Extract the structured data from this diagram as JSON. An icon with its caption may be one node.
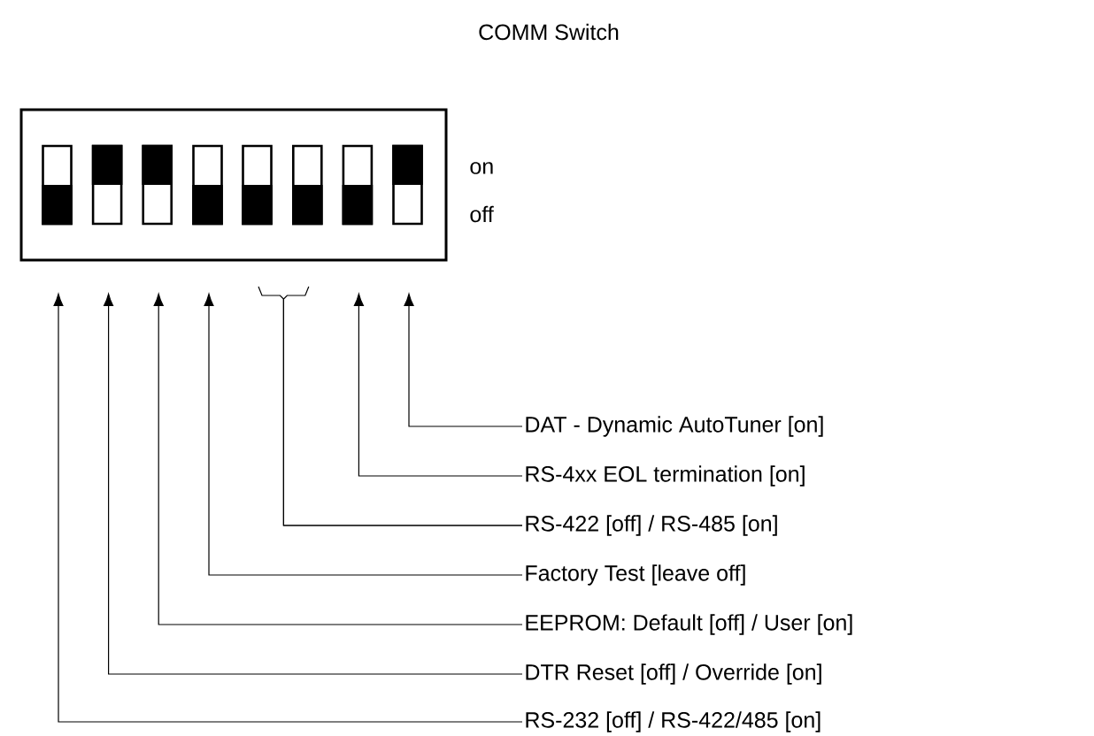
{
  "diagram": {
    "title": "COMM Switch",
    "nodes": [
      {
        "text": [],
        "shape": "box"
      },
      {
        "text": [],
        "shape": "box",
        "in": 0
      },
      {
        "text": [],
        "shape": "box",
        "in": 0
      },
      {
        "text": [],
        "shape": "box",
        "in": 0
      },
      {
        "text": [],
        "shape": "box",
        "in": 0
      },
      {
        "text": [],
        "shape": "box",
        "in": 0
      },
      {
        "text": [],
        "shape": "box",
        "in": 0
      },
      {
        "text": [],
        "shape": "box",
        "in": 0
      },
      {
        "text": [],
        "shape": "box",
        "in": 0
      },
      {
        "text": [
          "DAT - Dynamic AutoTuner [on]"
        ]
      },
      {
        "text": [
          "RS-4xx EOL termination [on]"
        ]
      },
      {
        "text": [
          "RS-422 [off] / RS-485 [on]"
        ]
      },
      {
        "text": [
          "Factory Test [leave off]"
        ]
      },
      {
        "text": [
          "EEPROM: Default [off] / User [on]"
        ]
      },
      {
        "text": [
          "DTR Reset [off] / Override [on]"
        ]
      },
      {
        "text": [
          "RS-232 [off] / RS-422/485 [on]"
        ]
      }
    ],
    "edges": [
      {
        "from": 9,
        "to": 8,
        "arrow": "to"
      },
      {
        "from": 10,
        "to": 7,
        "arrow": "to"
      },
      {
        "from": 11,
        "to": 5,
        "arrow": "none"
      },
      {
        "from": 11,
        "to": 6,
        "arrow": "none"
      },
      {
        "from": 12,
        "to": 4,
        "arrow": "to"
      },
      {
        "from": 13,
        "to": 3,
        "arrow": "to"
      },
      {
        "from": 14,
        "to": 2,
        "arrow": "to"
      },
      {
        "from": 15,
        "to": 1,
        "arrow": "to"
      }
    ],
    "labels": [
      "on",
      "off"
    ]
  }
}
